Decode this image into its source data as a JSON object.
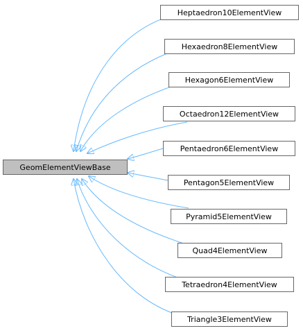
{
  "diagram": {
    "base_class": "GeomElementViewBase",
    "derived_classes": [
      "Heptaedron10ElementView",
      "Hexaedron8ElementView",
      "Hexagon6ElementView",
      "Octaedron12ElementView",
      "Pentaedron6ElementView",
      "Pentagon5ElementView",
      "Pyramid5ElementView",
      "Quad4ElementView",
      "Tetraedron4ElementView",
      "Triangle3ElementView"
    ],
    "colors": {
      "edge": "#63b8ff",
      "base_fill": "#bfbfbf",
      "node_border": "#666666",
      "node_fill": "#ffffff"
    }
  }
}
